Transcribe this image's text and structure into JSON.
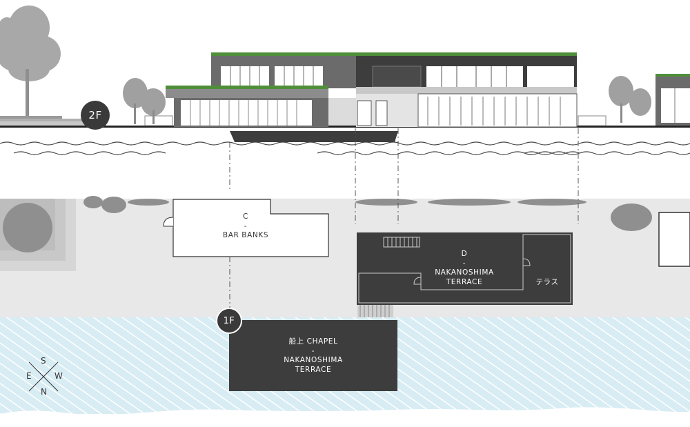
{
  "floors": {
    "upper": "2F",
    "lower": "1F"
  },
  "rooms": {
    "bar_banks": {
      "code": "C",
      "dash": "-",
      "name": "BAR BANKS"
    },
    "terrace_d": {
      "code": "D",
      "dash": "-",
      "name_line1": "NAKANOSHIMA",
      "name_line2": "TERRACE",
      "annex": "テラス"
    },
    "chapel": {
      "line1": "船上 CHAPEL",
      "dash": "-",
      "line2": "NAKANOSHIMA",
      "line3": "TERRACE"
    }
  },
  "compass": {
    "top": "S",
    "left": "E",
    "right": "W",
    "bottom": "N"
  },
  "colors": {
    "building_dark": "#3d3d3d",
    "building_mid": "#6e6e6e",
    "ground": "#e8e8e8",
    "water": "#d5eaf1",
    "greenery": "#4f8f3a",
    "tree": "#9a9a9a"
  }
}
